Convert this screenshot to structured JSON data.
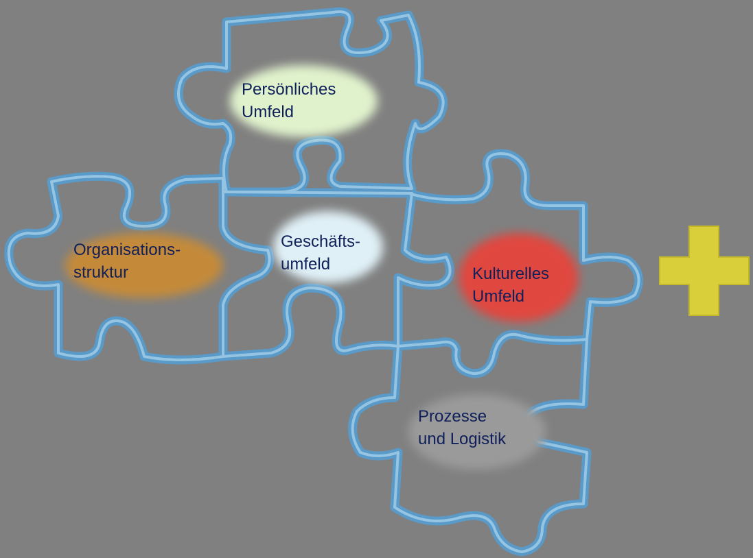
{
  "diagram": {
    "pieces": [
      {
        "id": "persoenliches",
        "label": "Persönliches\nUmfeld",
        "color": "#e0f2cc"
      },
      {
        "id": "organisation",
        "label": "Organisations-\nstruktur",
        "color": "#c48a3a"
      },
      {
        "id": "geschaeft",
        "label": "Geschäfts-\numfeld",
        "color": "#dff0f6"
      },
      {
        "id": "kulturelles",
        "label": "Kulturelles\nUmfeld",
        "color": "#e0473f"
      },
      {
        "id": "prozesse",
        "label": "Prozesse\nund Logistik",
        "color": "#9a9a9a"
      }
    ],
    "outline_color": "#5a9ac8",
    "plus_color": "#d8cf3a"
  }
}
